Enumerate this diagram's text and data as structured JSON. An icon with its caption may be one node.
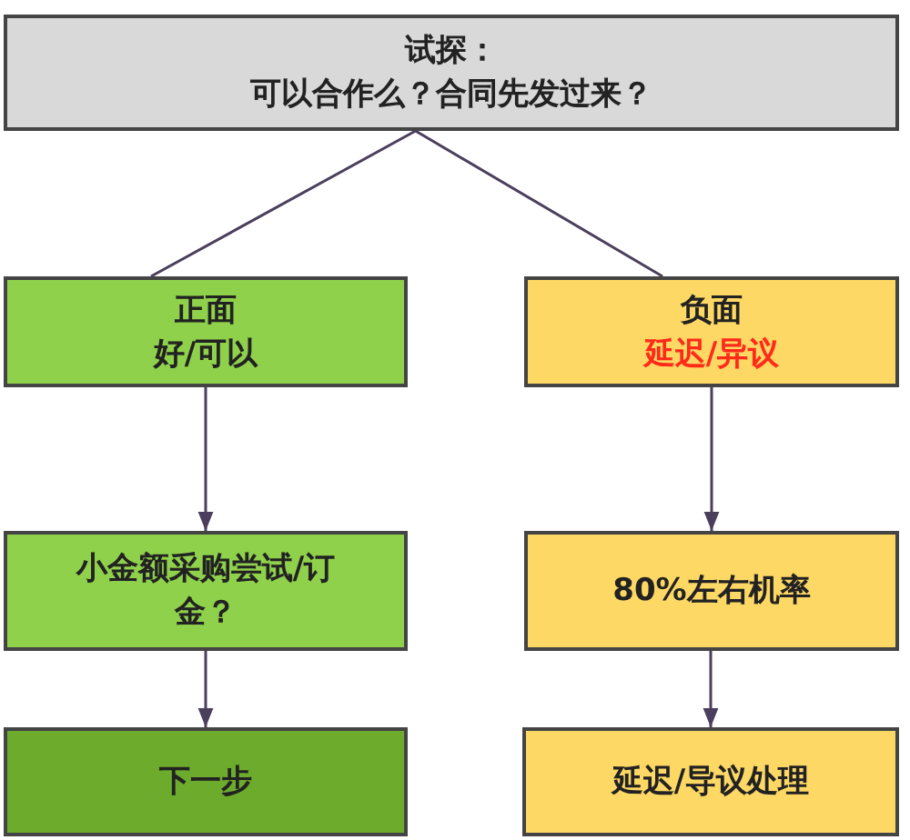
{
  "diagram": {
    "nodes": [
      {
        "text": [
          "试探：",
          "可以合作么？合同先发过来？"
        ]
      },
      {
        "text": [
          "正面",
          "好/可以"
        ]
      },
      {
        "text": [
          "负面",
          "延迟/异议"
        ]
      },
      {
        "text": [
          "小金额采购尝试/订金？"
        ]
      },
      {
        "text": [
          "80%左右机率"
        ]
      },
      {
        "text": [
          "下一步"
        ]
      },
      {
        "text": [
          "延迟/导议处理"
        ]
      }
    ],
    "edges": [
      {
        "from": 0,
        "to": 1,
        "arrow": "none"
      },
      {
        "from": 0,
        "to": 2,
        "arrow": "none"
      },
      {
        "from": 1,
        "to": 3,
        "arrow": "to"
      },
      {
        "from": 2,
        "to": 4,
        "arrow": "to"
      },
      {
        "from": 3,
        "to": 5,
        "arrow": "to"
      },
      {
        "from": 4,
        "to": 6,
        "arrow": "to"
      }
    ]
  }
}
